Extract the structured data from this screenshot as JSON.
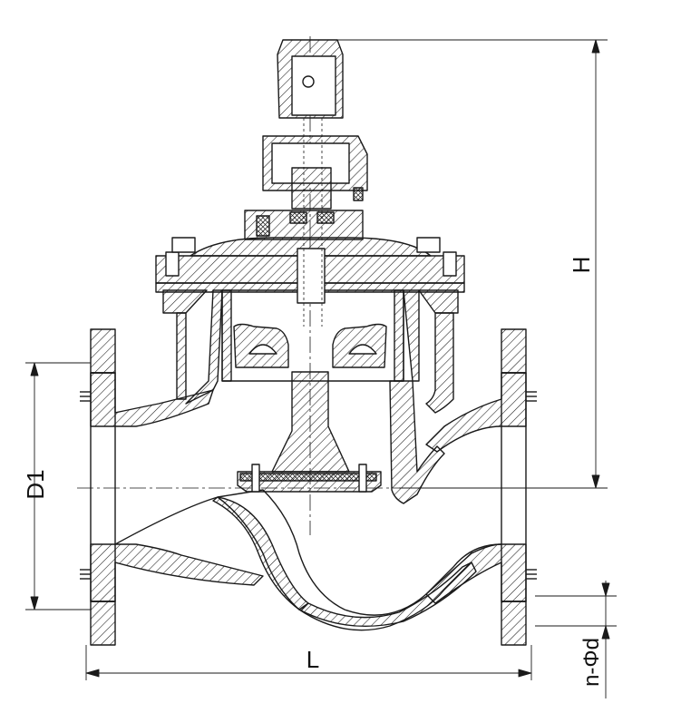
{
  "diagram": {
    "dimension_labels": {
      "height": "H",
      "length": "L",
      "flange_diameter": "D1",
      "bolt_holes": "n-Φd"
    },
    "colors": {
      "line": "#1a1a1a",
      "hatch": "#1a1a1a",
      "background": "#ffffff"
    }
  }
}
